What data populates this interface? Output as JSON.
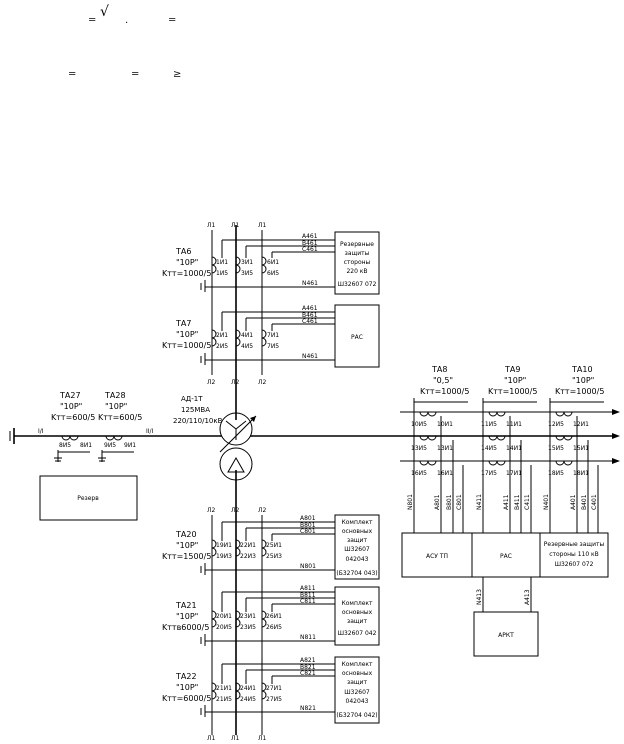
{
  "formula": {
    "line1": [
      "=",
      "√",
      ".",
      "="
    ],
    "line2": [
      "=",
      "=",
      "≥"
    ]
  },
  "transformer": {
    "name": "АД-1Т",
    "power": "125МВА",
    "voltage": "220/110/10кВ"
  },
  "bus_labels": {
    "l1": "Л1",
    "l2": "Л2",
    "i1": "I/I",
    "ii": "II/I"
  },
  "ct_left_top": [
    {
      "name": "ТА6",
      "class": "\"10Р\"",
      "ratio": "Kтт=1000/5",
      "taps": [
        "1И1",
        "1И5",
        "3И1",
        "3И5",
        "6И1",
        "6И5"
      ]
    },
    {
      "name": "ТА7",
      "class": "\"10Р\"",
      "ratio": "Kтт=1000/5",
      "taps": [
        "2И1",
        "2И5",
        "4И1",
        "4И5",
        "7И1",
        "7И5"
      ]
    }
  ],
  "ct_left_bottom": [
    {
      "name": "ТА20",
      "class": "\"10Р\"",
      "ratio": "Kтт=1500/5",
      "taps": [
        "19И1",
        "19И3",
        "22И1",
        "22И3",
        "25И1",
        "25И3"
      ]
    },
    {
      "name": "ТА21",
      "class": "\"10Р\"",
      "ratio": "Kттв6000/5",
      "taps": [
        "20И1",
        "20И5",
        "23И1",
        "23И5",
        "26И1",
        "26И5"
      ]
    },
    {
      "name": "ТА22",
      "class": "\"10Р\"",
      "ratio": "Kтт=6000/5",
      "taps": [
        "21И1",
        "21И5",
        "24И1",
        "24И5",
        "27И1",
        "27И5"
      ]
    }
  ],
  "ct_lowvolt": [
    {
      "name": "ТА27",
      "class": "\"10Р\"",
      "ratio": "Kтт=600/5",
      "taps": [
        "8И5",
        "8И1"
      ]
    },
    {
      "name": "ТА28",
      "class": "\"10Р\"",
      "ratio": "Kтт=600/5",
      "taps": [
        "9И5",
        "9И1"
      ]
    }
  ],
  "ct_right": [
    {
      "name": "ТА8",
      "class": "\"0,5\"",
      "ratio": "Kтт=1000/5",
      "taps": [
        "10И5",
        "10И1",
        "13И5",
        "13И1",
        "16И5",
        "16И1"
      ]
    },
    {
      "name": "ТА9",
      "class": "\"10Р\"",
      "ratio": "Kтт=1000/5",
      "taps": [
        "11И5",
        "11И1",
        "14И5",
        "14И1",
        "17И5",
        "17И1"
      ]
    },
    {
      "name": "ТА10",
      "class": "\"10Р\"",
      "ratio": "Kтт=1000/5",
      "taps": [
        "12И5",
        "12И1",
        "15И5",
        "15И1",
        "18И5",
        "18И1"
      ]
    }
  ],
  "wire_labels": {
    "g1": [
      "А461",
      "В461",
      "С461",
      "N461"
    ],
    "g2": [
      "А461",
      "В461",
      "С461",
      "N461"
    ],
    "g3": [
      "А801",
      "В801",
      "С801",
      "N801"
    ],
    "g4": [
      "А811",
      "В811",
      "С811",
      "N811"
    ],
    "g5": [
      "А821",
      "В821",
      "С821",
      "N821"
    ],
    "r1": [
      "N801",
      "А801",
      "В801",
      "С801"
    ],
    "r2": [
      "N411",
      "А411",
      "В411",
      "С411"
    ],
    "r3": [
      "N401",
      "А401",
      "В401",
      "С401"
    ],
    "ras_arkt": [
      "N413",
      "А413"
    ]
  },
  "boxes": {
    "rez_protect_220": [
      "Резервные",
      "защиты",
      "стороны",
      "220 кВ",
      "Ш32607 072"
    ],
    "ras_top": [
      "РАС"
    ],
    "complect1": [
      "Комплект",
      "основных",
      "защит",
      "Ш32607",
      "042043",
      "(Б32704 043)"
    ],
    "complect2": [
      "Комплект",
      "основных",
      "защит",
      "Ш32607 042"
    ],
    "complect3": [
      "Комплект",
      "основных",
      "защит",
      "Ш32607",
      "042043",
      "(Б32704 042)"
    ],
    "reserve": [
      "Резерв"
    ],
    "asu_tp": [
      "АСУ ТП"
    ],
    "ras_right": [
      "РАС"
    ],
    "rez_protect_110": [
      "Резервные защиты",
      "стороны 110 кВ",
      "Ш32607 072"
    ],
    "arkt": [
      "АРКТ"
    ]
  }
}
